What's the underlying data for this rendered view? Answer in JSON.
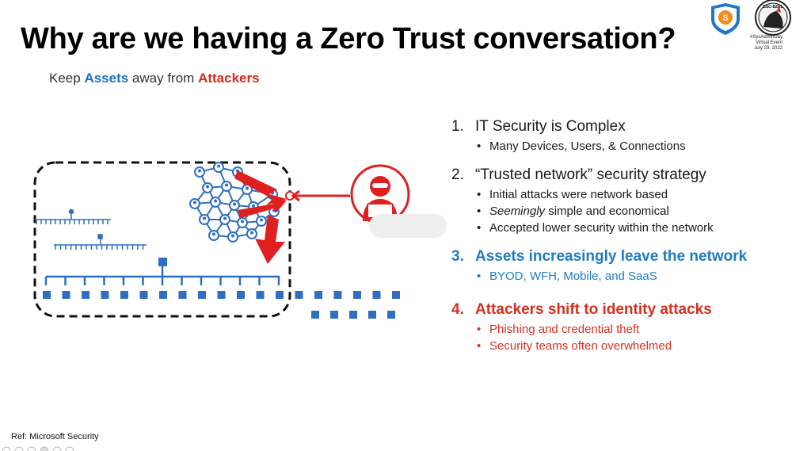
{
  "slide": {
    "title": "Why are we having a Zero Trust conversation?",
    "subtitle_prefix": "Keep ",
    "subtitle_assets": "Assets",
    "subtitle_middle": " away from ",
    "subtitle_attackers": "Attackers"
  },
  "logos": {
    "event_hashtag": "#SysAdminDay",
    "event_type": "Virtual Event",
    "event_date": "July 29, 2022",
    "partner_badge": "BSC-BZRL"
  },
  "points": [
    {
      "number": "1.",
      "title": "IT Security is Complex",
      "bullets": [
        "Many Devices, Users, & Connections"
      ]
    },
    {
      "number": "2.",
      "title": "“Trusted network” security strategy",
      "bullets": [
        "Initial attacks were network based",
        "simple and economical",
        "Accepted lower security within the network"
      ],
      "italic_word": "Seemingly"
    },
    {
      "number": "3.",
      "title": "Assets increasingly leave the network",
      "bullets": [
        "BYOD, WFH, Mobile, and SaaS"
      ]
    },
    {
      "number": "4.",
      "title": "Attackers shift to identity attacks",
      "bullets": [
        "Phishing and credential theft",
        "Security teams often overwhelmed"
      ]
    }
  ],
  "reference": "Ref: Microsoft Security",
  "colors": {
    "blue": "#1e70c8",
    "red": "#d42a1f",
    "network_blue": "#2f6fc1"
  }
}
